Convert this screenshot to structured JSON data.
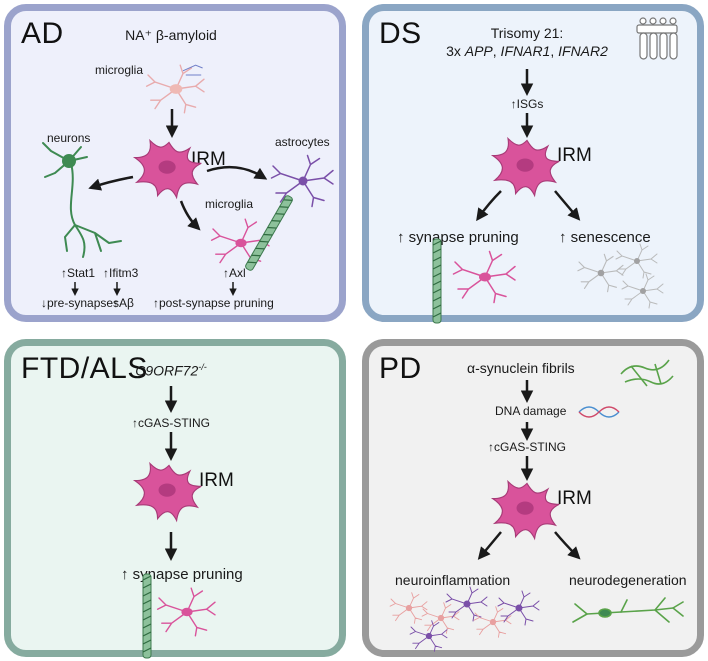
{
  "panels": {
    "ad": {
      "title": "AD",
      "trigger": "NA⁺ β-amyloid",
      "microglia_top": "microglia",
      "irm": "IRM",
      "neurons": "neurons",
      "astrocytes": "astrocytes",
      "microglia_right": "microglia",
      "stat1": "↑Stat1",
      "pre_synapses": "↓pre-synapses",
      "ifitm3": "↑Ifitm3",
      "abeta": "↑Aβ",
      "axl": "↑Axl",
      "post_synapse": "↑post-synapse pruning"
    },
    "ds": {
      "title": "DS",
      "trisomy": "Trisomy 21:",
      "genes_prefix": "3x ",
      "gene_app": "APP",
      "gene_ifnar1": "IFNAR1",
      "gene_ifnar2": "IFNAR2",
      "sep": ", ",
      "isgs": "↑ISGs",
      "irm": "IRM",
      "synapse_pruning": "↑ synapse pruning",
      "senescence": "↑ senescence"
    },
    "ftd": {
      "title": "FTD/ALS",
      "gene": "C9ORF72",
      "gene_sup": "-/-",
      "cgas": "↑cGAS-STING",
      "irm": "IRM",
      "synapse_pruning": "↑ synapse pruning"
    },
    "pd": {
      "title": "PD",
      "fibrils": "α-synuclein fibrils",
      "dna_damage": "DNA damage",
      "cgas": "↑cGAS-STING",
      "irm": "IRM",
      "neuroinflammation": "neuroinflammation",
      "neurodegeneration": "neurodegeneration"
    }
  },
  "colors": {
    "irm_pink": "#d9539b",
    "neuron_green": "#3e8a52",
    "astro_purple": "#7a4fa8",
    "microglia_light": "#e8a0a0",
    "synapse_stripe": "#6aa47c",
    "senescent_grey": "#b5b5b5"
  },
  "icons": [
    "irm-cell-icon",
    "neuron-icon",
    "astrocyte-icon",
    "microglia-icon",
    "synapse-icon",
    "test-tubes-icon",
    "fibril-icon",
    "dna-icon"
  ]
}
